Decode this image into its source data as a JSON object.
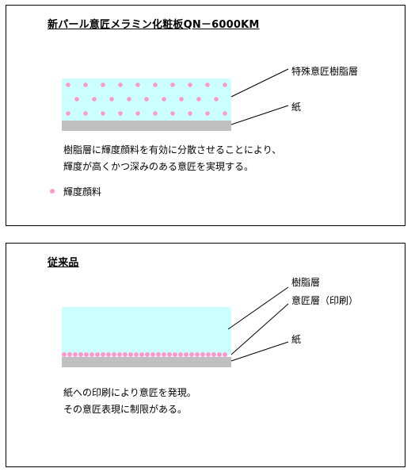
{
  "colors": {
    "resin": "#ccffff",
    "paper": "#c0c0c0",
    "pigment": "#ff99cc",
    "line": "#000000"
  },
  "top_panel": {
    "title": "新パール意匠メラミン化粧板QN－6000KM",
    "label_resin": "特殊意匠樹脂層",
    "label_paper": "紙",
    "description": [
      "樹脂層に輝度顔料を有効に分散させることにより、",
      "輝度が高くかつ深みのある意匠を実現する。"
    ],
    "legend_label": "輝度顔料"
  },
  "bottom_panel": {
    "title": "従来品",
    "label_resin": "樹脂層",
    "label_print": "意匠層（印刷）",
    "label_paper": "紙",
    "description": [
      "紙への印刷により意匠を発現。",
      "その意匠表現に制限がある。"
    ]
  }
}
